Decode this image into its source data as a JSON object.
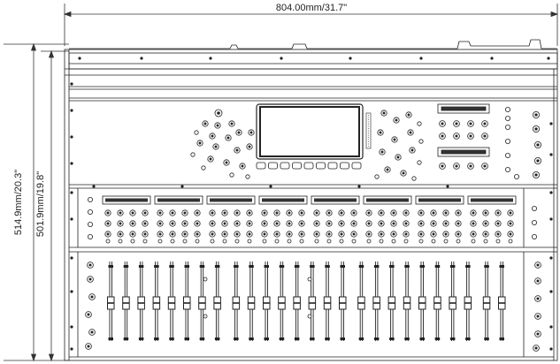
{
  "dimensions": {
    "width_label": "804.00mm/31.7\"",
    "outer_height_label": "514.9mm/20.3\"",
    "inner_height_label": "501.9mm/19.8\""
  },
  "console": {
    "screen": "display",
    "input_channel_strips": 8,
    "fader_count": 26
  }
}
